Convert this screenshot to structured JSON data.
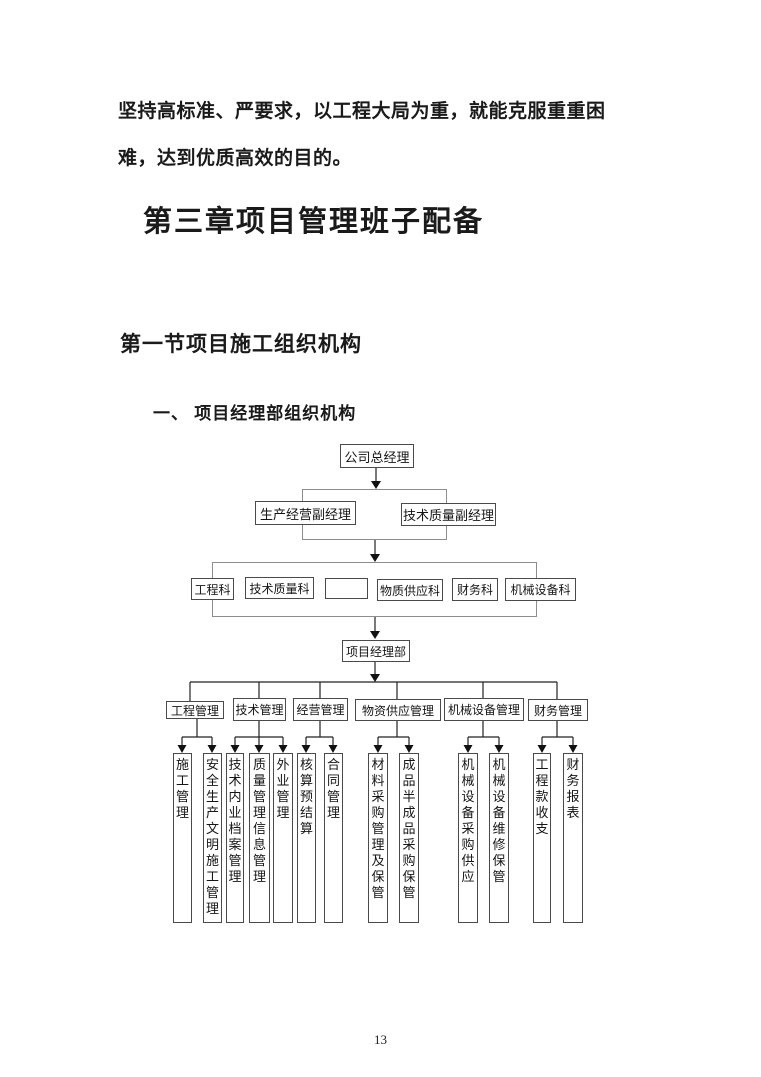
{
  "document": {
    "paragraph": "坚持高标准、严要求，以工程大局为重，就能克服重重困难，达到优质高效的目的。",
    "chapter_heading": "第三章项目管理班子配备",
    "section_heading": "第一节项目施工组织机构",
    "list_heading": "一、 项目经理部组织机构",
    "page_number": "13"
  },
  "org_chart": {
    "general_manager": "公司总经理",
    "deputy_production": "生产经营副经理",
    "deputy_technical": "技术质量副经理",
    "departments": [
      {
        "label": "工程科"
      },
      {
        "label": "技术质量科"
      },
      {
        "label": ""
      },
      {
        "label": "物质供应科"
      },
      {
        "label": "财务科"
      },
      {
        "label": "机械设备科"
      }
    ],
    "project_department": "项目经理部",
    "management_groups": [
      {
        "label": "工程管理"
      },
      {
        "label": "技术管理"
      },
      {
        "label": "经营管理"
      },
      {
        "label": "物资供应管理"
      },
      {
        "label": "机械设备管理"
      },
      {
        "label": "财务管理"
      }
    ],
    "functions": [
      {
        "label": "施工管理"
      },
      {
        "label": "安全生产文明施工管理"
      },
      {
        "label": "技术内业档案管理"
      },
      {
        "label": "质量管理信息管理"
      },
      {
        "label": "外业管理"
      },
      {
        "label": "核算预结算"
      },
      {
        "label": "合同管理"
      },
      {
        "label": "材料采购管理及保管"
      },
      {
        "label": "成品半成品采购保管"
      },
      {
        "label": "机械设备采购供应"
      },
      {
        "label": "机械设备维修保管"
      },
      {
        "label": "工程款收支"
      },
      {
        "label": "财务报表"
      }
    ]
  }
}
